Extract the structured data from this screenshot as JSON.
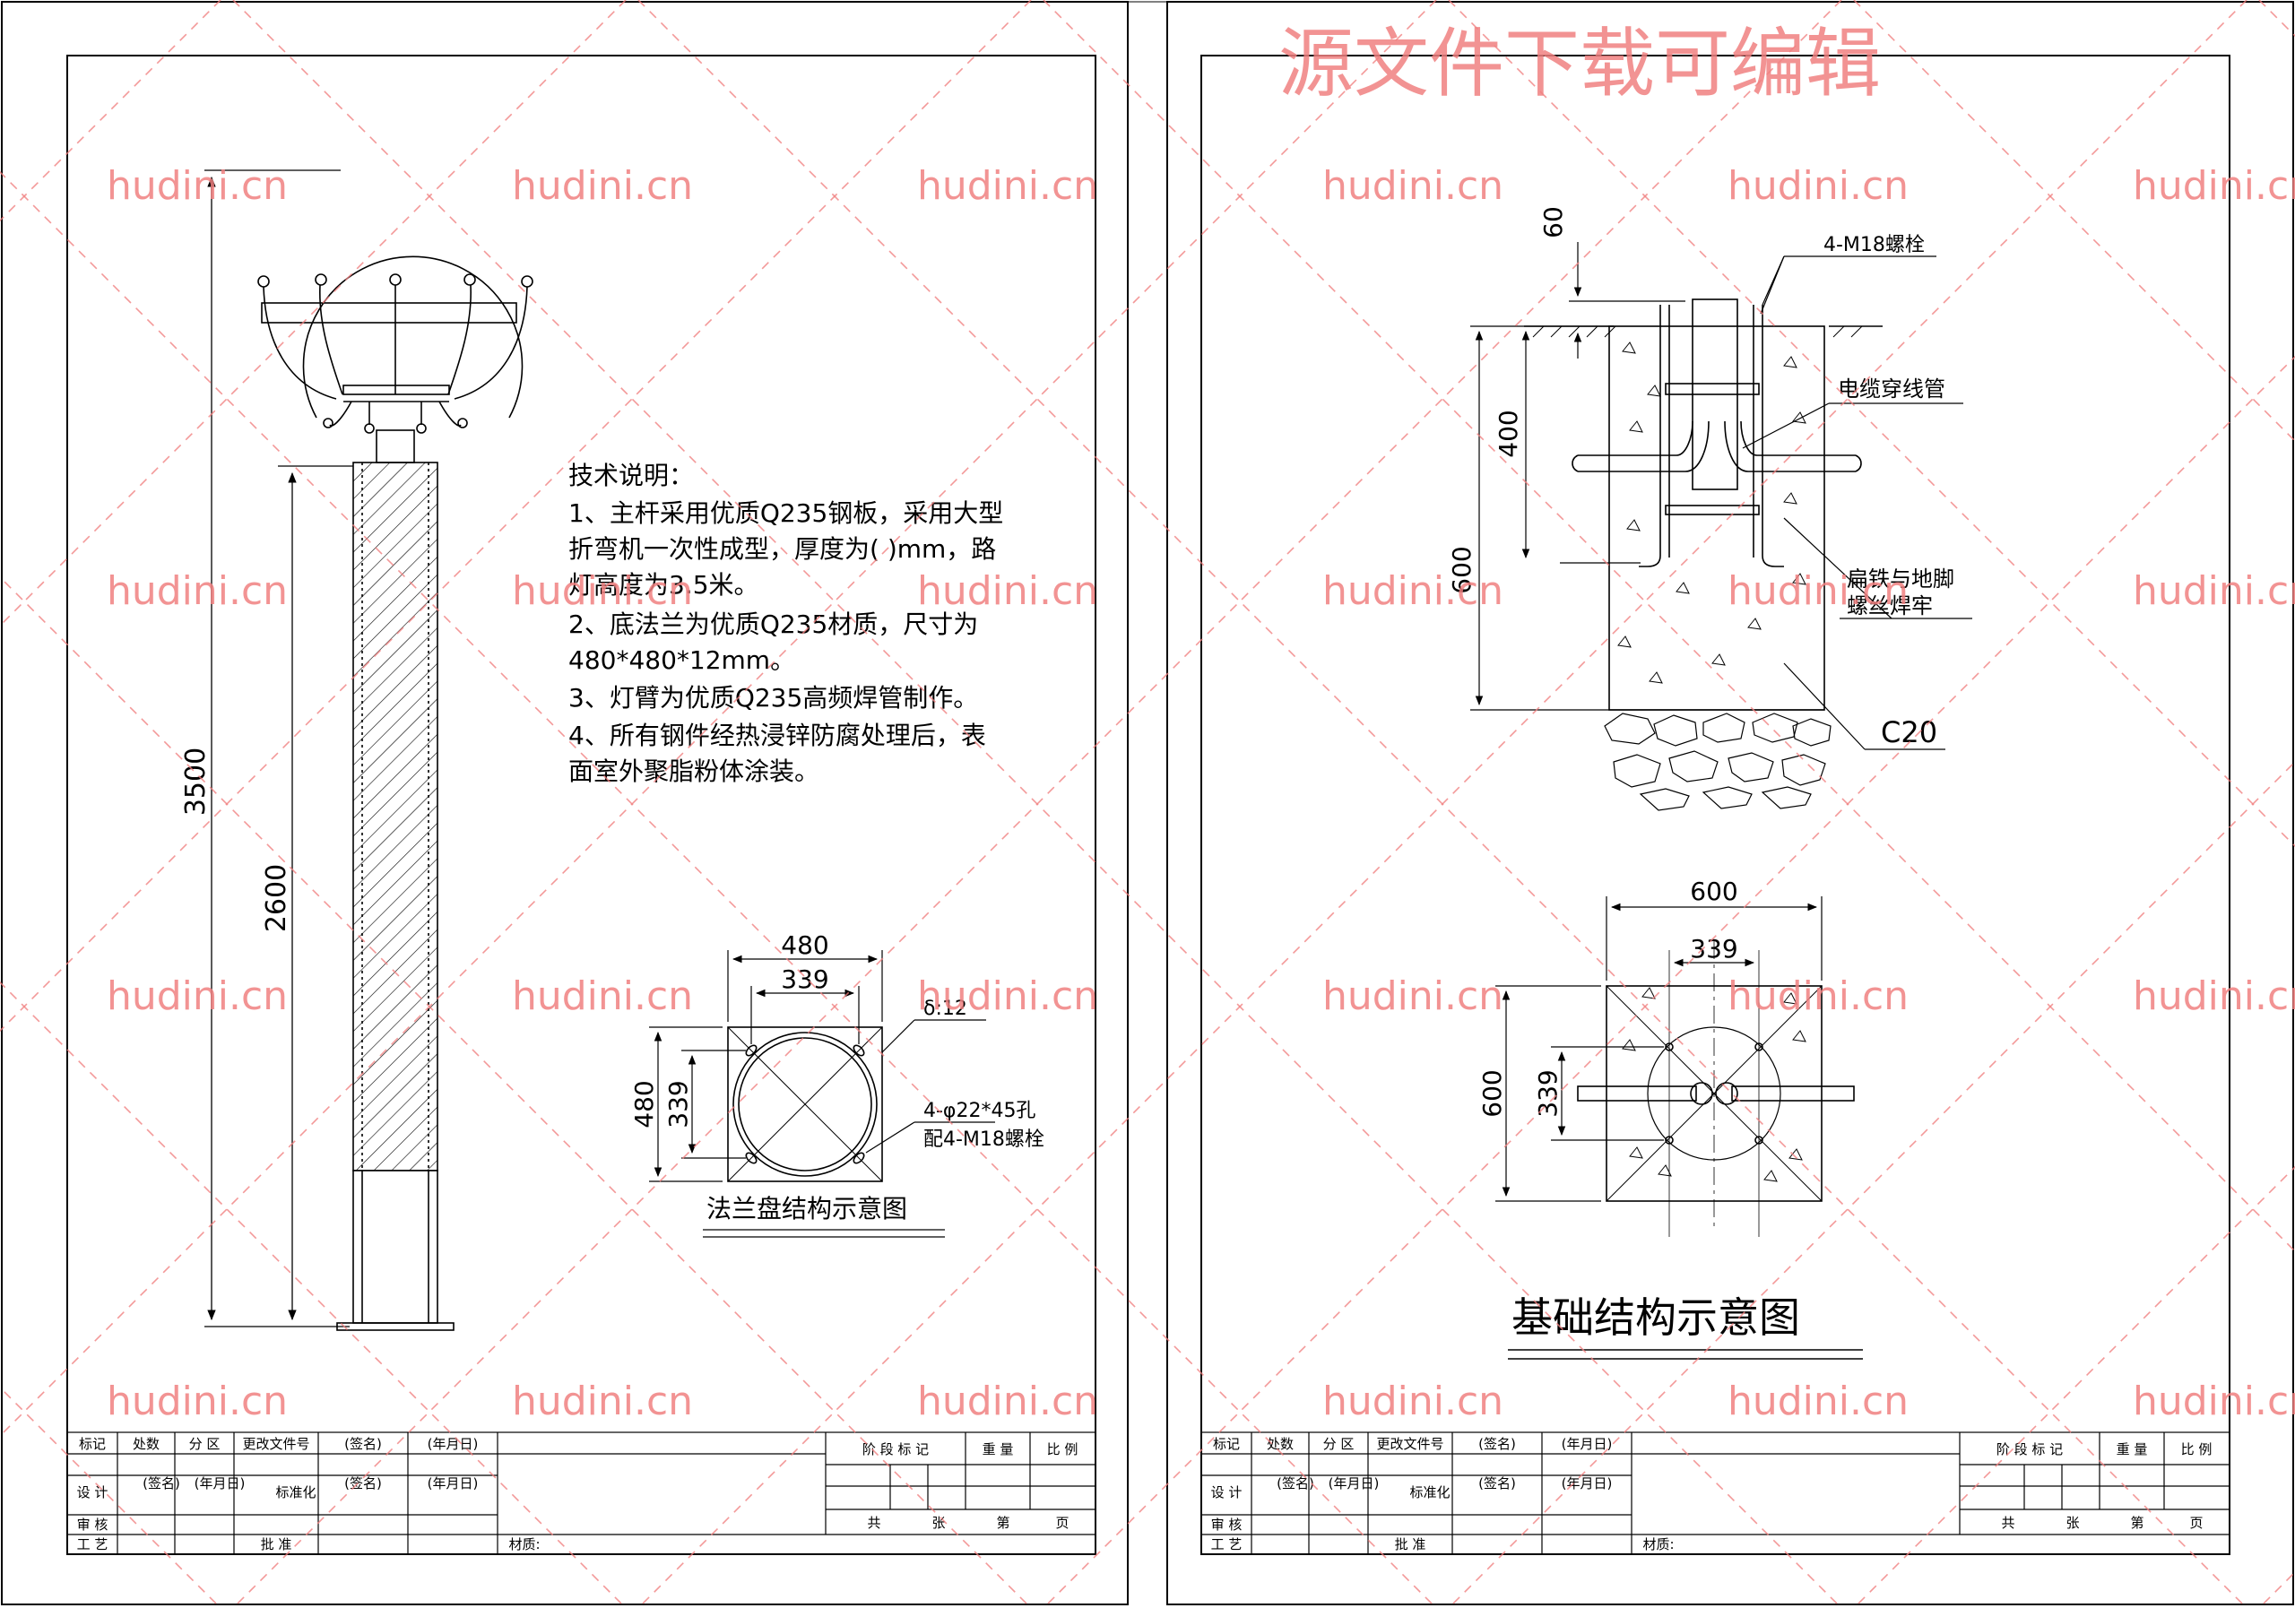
{
  "watermark": {
    "header": "源文件下载可编辑",
    "text": "hudini.cn",
    "color": "#f08080"
  },
  "left_sheet": {
    "dims": {
      "total_height": "3500",
      "pole_height": "2600"
    },
    "notes": {
      "title": "技术说明：",
      "lines": [
        "1、主杆采用优质Q235钢板，采用大型",
        "折弯机一次性成型，厚度为( )mm，路",
        "灯高度为3.5米。",
        "2、底法兰为优质Q235材质，尺寸为",
        "480*480*12mm。",
        "3、灯臂为优质Q235高频焊管制作。",
        "4、所有钢件经热浸锌防腐处理后，表",
        "面室外聚脂粉体涂装。"
      ]
    },
    "flange": {
      "outer_w": "480",
      "inner_w": "339",
      "outer_h": "480",
      "inner_h": "339",
      "thickness": "δ:12",
      "holes": "4-φ22*45孔",
      "bolts": "配4-M18螺栓",
      "caption": "法兰盘结构示意图"
    }
  },
  "right_sheet": {
    "section": {
      "top": "60",
      "mid": "400",
      "total": "600",
      "bolt_label": "4-M18螺栓",
      "conduit_label": "电缆穿线管",
      "weld_label_1": "扁铁与地脚",
      "weld_label_2": "螺丝焊牢",
      "concrete_label": "C20"
    },
    "plan": {
      "width": "600",
      "bolt_spacing": "339",
      "height": "600",
      "bolt_spacing_v": "339"
    },
    "title": "基础结构示意图"
  },
  "title_block": {
    "row1": [
      "标记",
      "处数",
      "分 区",
      "更改文件号",
      "(签名)",
      "(年月日)"
    ],
    "row2": [
      "设 计",
      "(签名)",
      "(年月日)",
      "标准化",
      "(签名)",
      "(年月日)"
    ],
    "row3": [
      "审 核"
    ],
    "row4": [
      "工 艺",
      "批 准"
    ],
    "material": "材质:",
    "right_header": [
      "阶 段 标 记",
      "重 量",
      "比 例"
    ],
    "right_footer": [
      "共",
      "张",
      "第",
      "页"
    ]
  }
}
